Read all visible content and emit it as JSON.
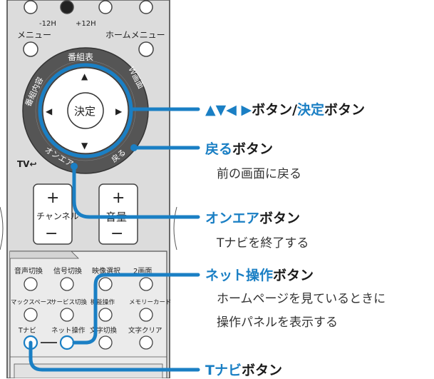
{
  "remote": {
    "top_buttons_labels": [
      "-12H",
      "+12H"
    ],
    "menu_label": "メニュー",
    "home_menu_label": "ホームメニュー",
    "dpad_ring_labels": {
      "top": "番組表",
      "left": "番組内容",
      "right": "Ｗ画面",
      "bottom_left": "オンエア",
      "bottom_right": "戻る"
    },
    "center_label": "決定",
    "tv_label": "TV↩",
    "channel_label": "チャンネル",
    "volume_label": "音量",
    "bottom_panel": {
      "row1": [
        "音声切換",
        "信号切換",
        "映像選択",
        "2画面"
      ],
      "row2": [
        "マックスペース",
        "サービス切換",
        "機能操作",
        "メモリーカード"
      ],
      "row3": [
        "Tナビ",
        "ネット操作",
        "文字切換",
        "文字クリア"
      ]
    }
  },
  "callouts": [
    {
      "highlight": "▲▼◀ ▶",
      "mid": "ボタン/",
      "highlight2": "決定",
      "suffix": "ボタン",
      "desc": []
    },
    {
      "highlight": "戻る",
      "suffix": "ボタン",
      "desc": [
        "前の画面に戻る"
      ]
    },
    {
      "highlight": "オンエア",
      "suffix": "ボタン",
      "desc": [
        "Tナビを終了する"
      ]
    },
    {
      "highlight": "ネット操作",
      "suffix": "ボタン",
      "desc": [
        "ホームページを見ているときに",
        "操作パネルを表示する"
      ]
    },
    {
      "highlight": "Tナビ",
      "suffix": "ボタン",
      "desc": []
    }
  ],
  "colors": {
    "accent": "#1a7fc4",
    "remote_body": "#dcdcdc",
    "panel": "#ebebeb"
  }
}
